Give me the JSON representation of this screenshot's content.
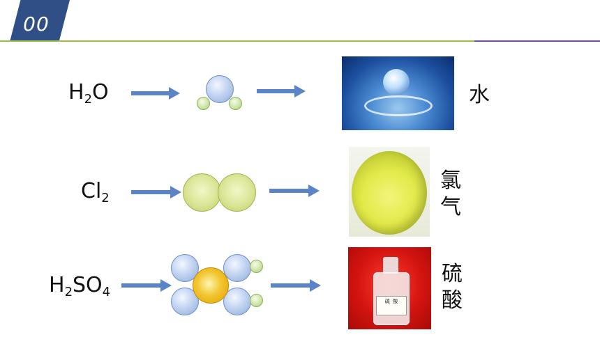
{
  "slide": {
    "number": "00"
  },
  "rows": [
    {
      "formula": {
        "parts": [
          {
            "text": "H"
          },
          {
            "sub": "2"
          },
          {
            "text": "O"
          }
        ]
      },
      "name": "水",
      "photo": "water-droplet-photo"
    },
    {
      "formula": {
        "parts": [
          {
            "text": "Cl"
          },
          {
            "sub": "2"
          }
        ]
      },
      "name": [
        "氯",
        "气"
      ],
      "photo": "chlorine-flask-photo"
    },
    {
      "formula": {
        "parts": [
          {
            "text": "H"
          },
          {
            "sub": "2"
          },
          {
            "text": "SO"
          },
          {
            "sub": "4"
          }
        ]
      },
      "name": [
        "硫",
        "酸"
      ],
      "photo": "sulfuric-acid-bottle-photo",
      "bottle_label": [
        "硫",
        "酸"
      ]
    }
  ],
  "colors": {
    "badge": "#2f4f86",
    "rule": "#9cc04a",
    "arrow": "#5b84c8",
    "oxygen": "#c3d4f1",
    "hydrogen": "#cfe5a8",
    "chlorine": "#dde79a",
    "sulfur": "#f2c530"
  }
}
